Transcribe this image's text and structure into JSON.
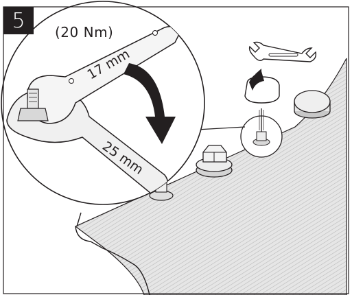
{
  "step": {
    "number": "5"
  },
  "callout": {
    "torque": "(20 Nm)"
  },
  "wrenches": {
    "small": "17 mm",
    "large": "25 mm"
  },
  "colors": {
    "ink": "#231f20",
    "steel": "#efefef",
    "roof": "#dcdcdc",
    "badge": "#231f20"
  },
  "icons": [
    "wrench-icon",
    "rotate-arrow-icon",
    "tighten-arrow-icon"
  ]
}
